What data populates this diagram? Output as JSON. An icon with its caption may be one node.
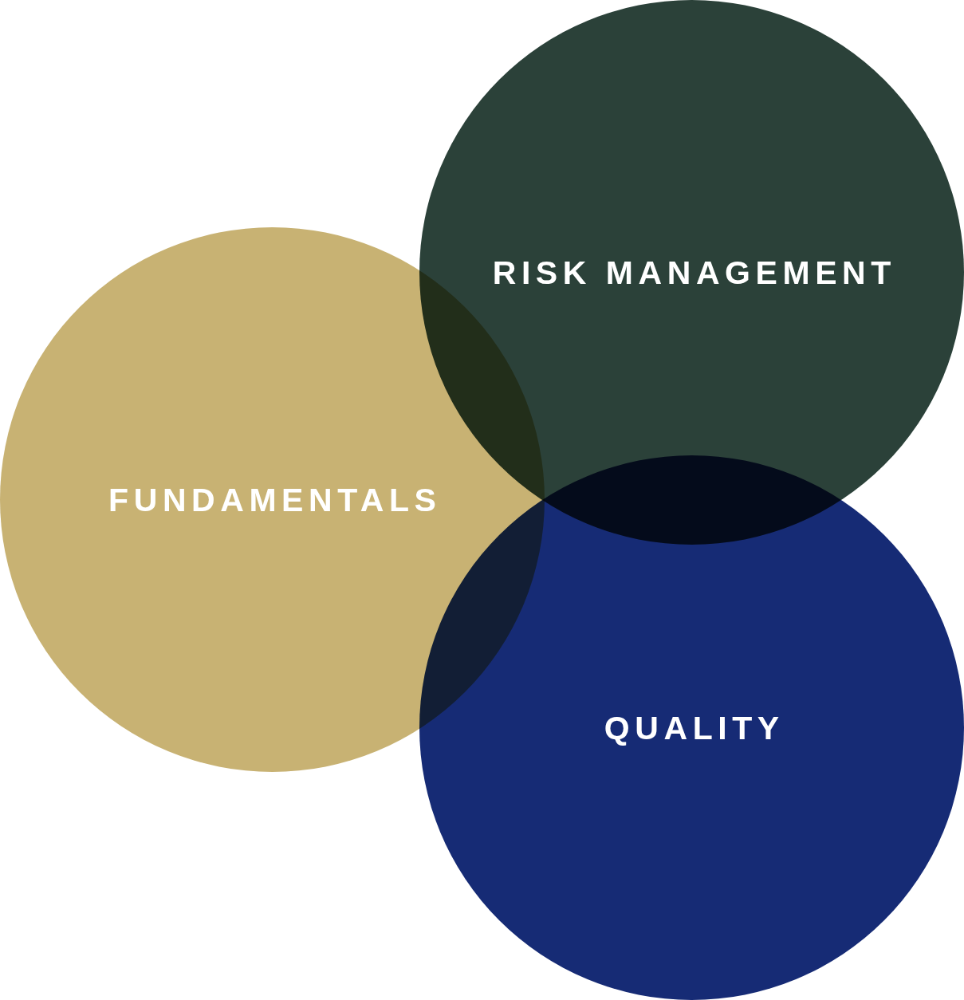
{
  "diagram": {
    "nodes": [
      {
        "text": [
          "RISK MANAGEMENT"
        ]
      },
      {
        "text": [
          "FUNDAMENTALS"
        ]
      },
      {
        "text": [
          "QUALITY"
        ]
      }
    ]
  }
}
